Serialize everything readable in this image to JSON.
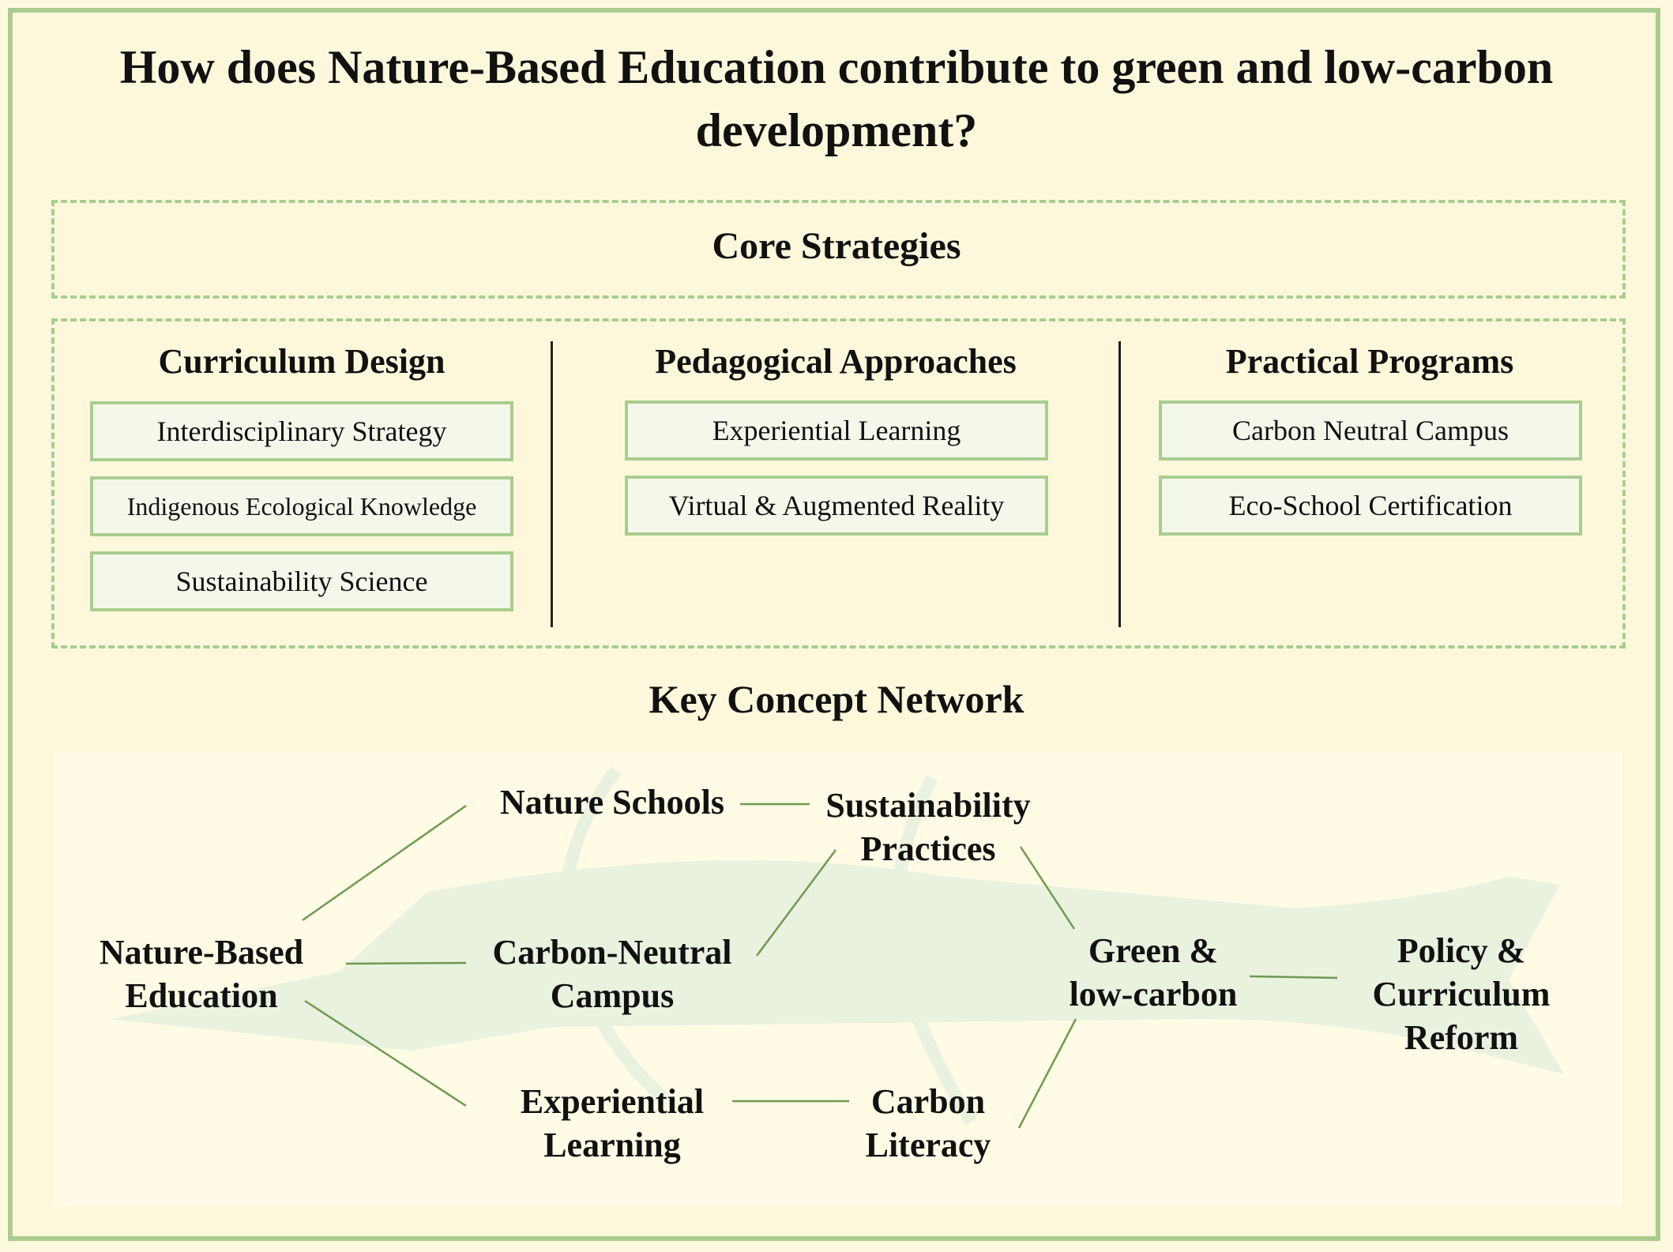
{
  "title": "How does Nature-Based Education contribute to green and low-carbon development?",
  "core_strategies": {
    "title": "Core Strategies",
    "columns": [
      {
        "title": "Curriculum Design",
        "items": [
          "Interdisciplinary Strategy",
          "Indigenous Ecological Knowledge",
          "Sustainability Science"
        ]
      },
      {
        "title": "Pedagogical Approaches",
        "items": [
          "Experiential Learning",
          "Virtual & Augmented Reality"
        ]
      },
      {
        "title": "Practical Programs",
        "items": [
          "Carbon Neutral Campus",
          "Eco-School Certification"
        ]
      }
    ]
  },
  "network": {
    "title": "Key Concept Network",
    "nodes": [
      {
        "id": "nbe",
        "label": "Nature-Based\nEducation"
      },
      {
        "id": "ns",
        "label": "Nature Schools"
      },
      {
        "id": "cnc",
        "label": "Carbon-Neutral\nCampus"
      },
      {
        "id": "el",
        "label": "Experiential\nLearning"
      },
      {
        "id": "sp",
        "label": "Sustainability\nPractices"
      },
      {
        "id": "cl",
        "label": "Carbon\nLiteracy"
      },
      {
        "id": "glc",
        "label": "Green &\nlow-carbon"
      },
      {
        "id": "pcr",
        "label": "Policy &\nCurriculum\nReform"
      }
    ],
    "edges": [
      [
        "nbe",
        "ns"
      ],
      [
        "nbe",
        "cnc"
      ],
      [
        "nbe",
        "el"
      ],
      [
        "ns",
        "sp"
      ],
      [
        "cnc",
        "sp"
      ],
      [
        "el",
        "cl"
      ],
      [
        "sp",
        "glc"
      ],
      [
        "cl",
        "glc"
      ],
      [
        "glc",
        "pcr"
      ]
    ],
    "colors": {
      "edge": "#6e9a50",
      "fish": "#e9f1df"
    }
  },
  "colors": {
    "frame": "#a9cd8e",
    "background": "#fdf8dc",
    "item_fill": "#f3f8ea"
  }
}
